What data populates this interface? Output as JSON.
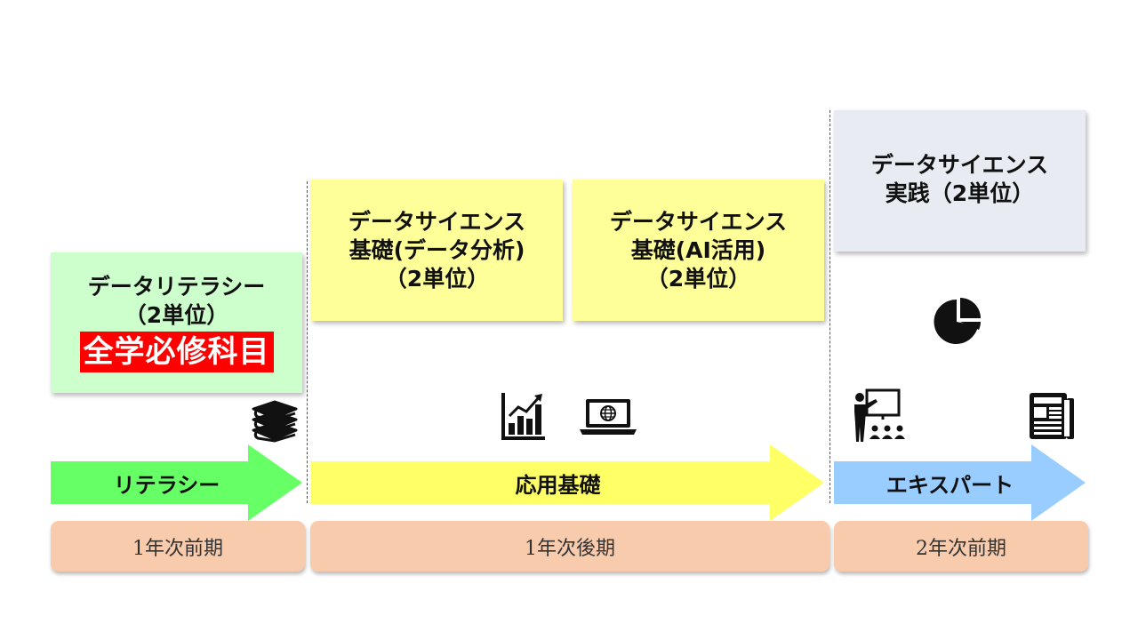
{
  "courses": {
    "literacy": {
      "line1": "データリテラシー",
      "line2": "（2単位）",
      "badge": "全学必修科目"
    },
    "basic_analysis": {
      "line1": "データサイエンス",
      "line2": "基礎(データ分析)",
      "line3": "（2単位）"
    },
    "basic_ai": {
      "line1": "データサイエンス",
      "line2": "基礎(AI活用)",
      "line3": "（2単位）"
    },
    "practice": {
      "line1": "データサイエンス",
      "line2": "実践（2単位）"
    }
  },
  "stages": {
    "literacy": "リテラシー",
    "applied": "応用基礎",
    "expert": "エキスパート"
  },
  "periods": {
    "first": "1年次前期",
    "second": "1年次後期",
    "third": "2年次前期"
  },
  "icons": [
    "books-icon",
    "bar-chart-icon",
    "laptop-globe-icon",
    "pie-chart-icon",
    "presenter-icon",
    "newspaper-icon"
  ],
  "colors": {
    "literacy_card": "#ccffcc",
    "basic_card": "#ffff99",
    "practice_card": "#e8ecf2",
    "badge": "#ff0000",
    "literacy_arrow": "#66ff66",
    "applied_arrow": "#ffff66",
    "expert_arrow": "#99ccff",
    "period": "#f8cbad"
  }
}
